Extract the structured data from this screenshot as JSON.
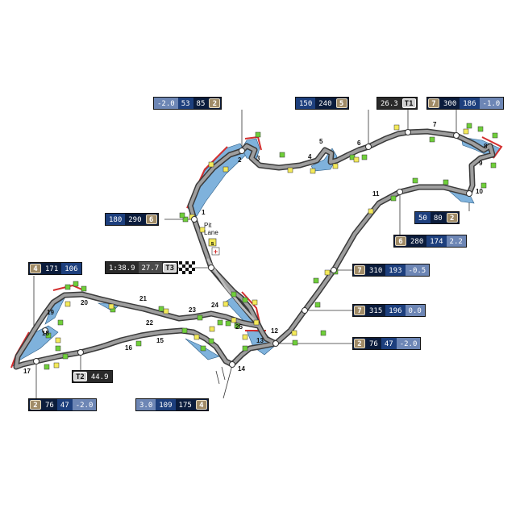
{
  "corners": [
    "1",
    "2",
    "3",
    "4",
    "5",
    "6",
    "7",
    "8",
    "9",
    "10",
    "11",
    "12",
    "13",
    "14",
    "15",
    "16",
    "17",
    "18",
    "19",
    "20",
    "21",
    "22",
    "23",
    "24",
    "25"
  ],
  "pit_label": [
    "Pit",
    "Lane"
  ],
  "pit_icon_s": "s",
  "pit_icon_cross": "+",
  "boxes": {
    "t2_top": {
      "cells": [
        "-2.0",
        "53",
        "85"
      ],
      "gear": "2"
    },
    "t5_top": {
      "cells": [
        "150",
        "240"
      ],
      "gear": "5"
    },
    "t1_split": {
      "value": "26.3",
      "tag": "T1"
    },
    "t7_top": {
      "gear": "7",
      "cells": [
        "300",
        "186",
        "-1.0"
      ]
    },
    "t1_left": {
      "cells": [
        "180",
        "290"
      ],
      "gear": "6"
    },
    "t10_right": {
      "cells": [
        "50",
        "80"
      ],
      "gear": "2"
    },
    "t11_below": {
      "gear": "6",
      "cells": [
        "280",
        "174",
        "2.2"
      ]
    },
    "t3_split": {
      "cells": [
        "1:38.9",
        "27.7"
      ],
      "tag": "T3"
    },
    "t18_left": {
      "gear": "4",
      "cells": [
        "171",
        "106"
      ]
    },
    "ctr_1": {
      "gear": "7",
      "cells": [
        "310",
        "193",
        "-0.5"
      ]
    },
    "ctr_2": {
      "gear": "7",
      "cells": [
        "315",
        "196",
        "0.0"
      ]
    },
    "ctr_3": {
      "gear": "2",
      "cells": [
        "76",
        "47",
        "-2.0"
      ]
    },
    "t2_split": {
      "tag": "T2",
      "value": "44.9"
    },
    "t17_bottom": {
      "gear": "2",
      "cells": [
        "76",
        "47",
        "-2.0"
      ]
    },
    "t14_bottom": {
      "cells": [
        "3.0",
        "109",
        "175"
      ],
      "gear": "4"
    }
  },
  "colors": {
    "track": "#9e9e9e",
    "track_edge": "#3a3a3a",
    "runoff": "#7fb2dc",
    "kerb": "#d32f2f",
    "green_marker": "#6fcf3a",
    "yellow_marker": "#f4ea5a"
  }
}
